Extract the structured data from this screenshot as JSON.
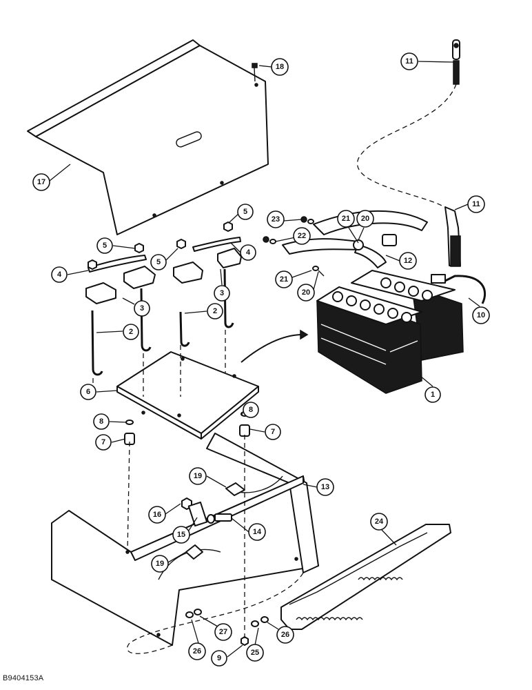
{
  "figure_code": "B9404153A",
  "callouts": {
    "c1": "1",
    "c2a": "2",
    "c2b": "2",
    "c3a": "3",
    "c3b": "3",
    "c4a": "4",
    "c4b": "4",
    "c5a": "5",
    "c5b": "5",
    "c5c": "5",
    "c6": "6",
    "c7a": "7",
    "c7b": "7",
    "c8a": "8",
    "c8b": "8",
    "c9": "9",
    "c10": "10",
    "c11a": "11",
    "c11b": "11",
    "c12": "12",
    "c13": "13",
    "c14": "14",
    "c15": "15",
    "c16": "16",
    "c17": "17",
    "c18": "18",
    "c19a": "19",
    "c19b": "19",
    "c20a": "20",
    "c20b": "20",
    "c21a": "21",
    "c21b": "21",
    "c22": "22",
    "c23": "23",
    "c24": "24",
    "c25": "25",
    "c26a": "26",
    "c26b": "26",
    "c27": "27"
  }
}
